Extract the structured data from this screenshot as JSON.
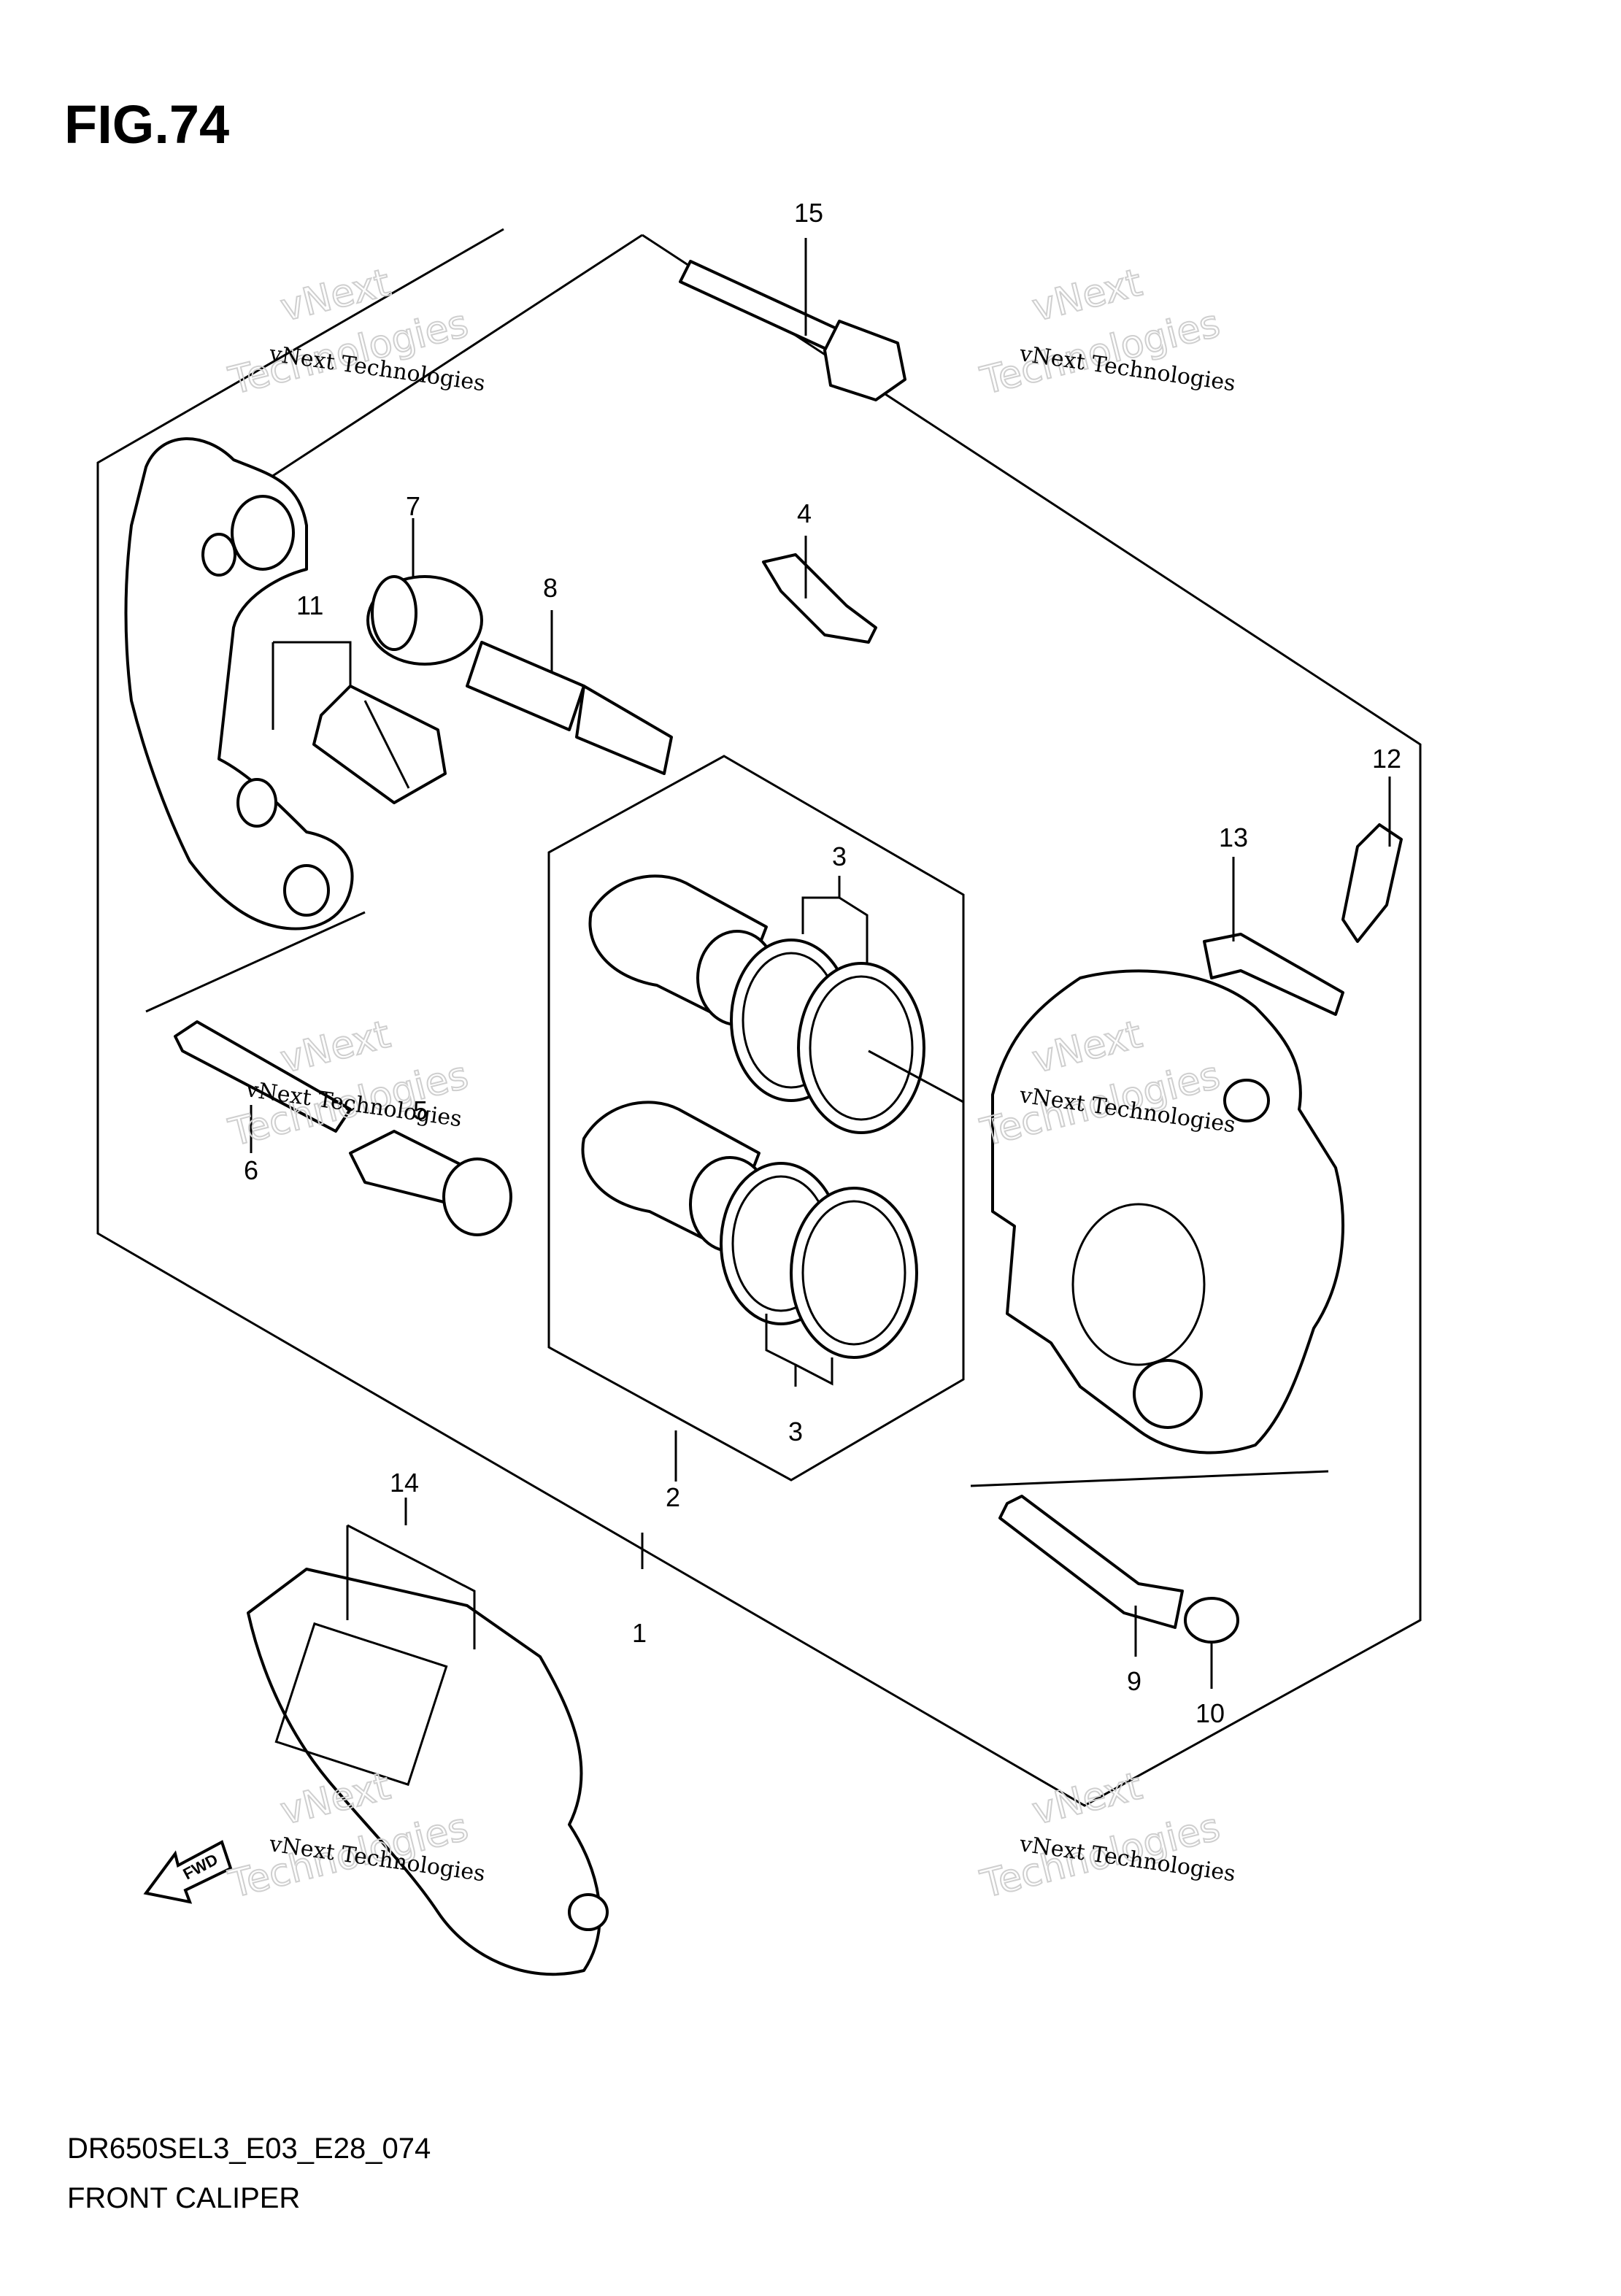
{
  "figure": {
    "title": "FIG.74",
    "code": "DR650SEL3_E03_E28_074",
    "name": "FRONT CALIPER"
  },
  "watermark": {
    "line1": "vNext Technologies",
    "line2": "vNext",
    "line3": "Technologies"
  },
  "fwd_label": "FWD",
  "callouts": {
    "c1": "1",
    "c2": "2",
    "c3a": "3",
    "c3b": "3",
    "c4": "4",
    "c5": "5",
    "c6": "6",
    "c7": "7",
    "c8": "8",
    "c9": "9",
    "c10": "10",
    "c11": "11",
    "c12": "12",
    "c13": "13",
    "c14": "14",
    "c15": "15"
  }
}
